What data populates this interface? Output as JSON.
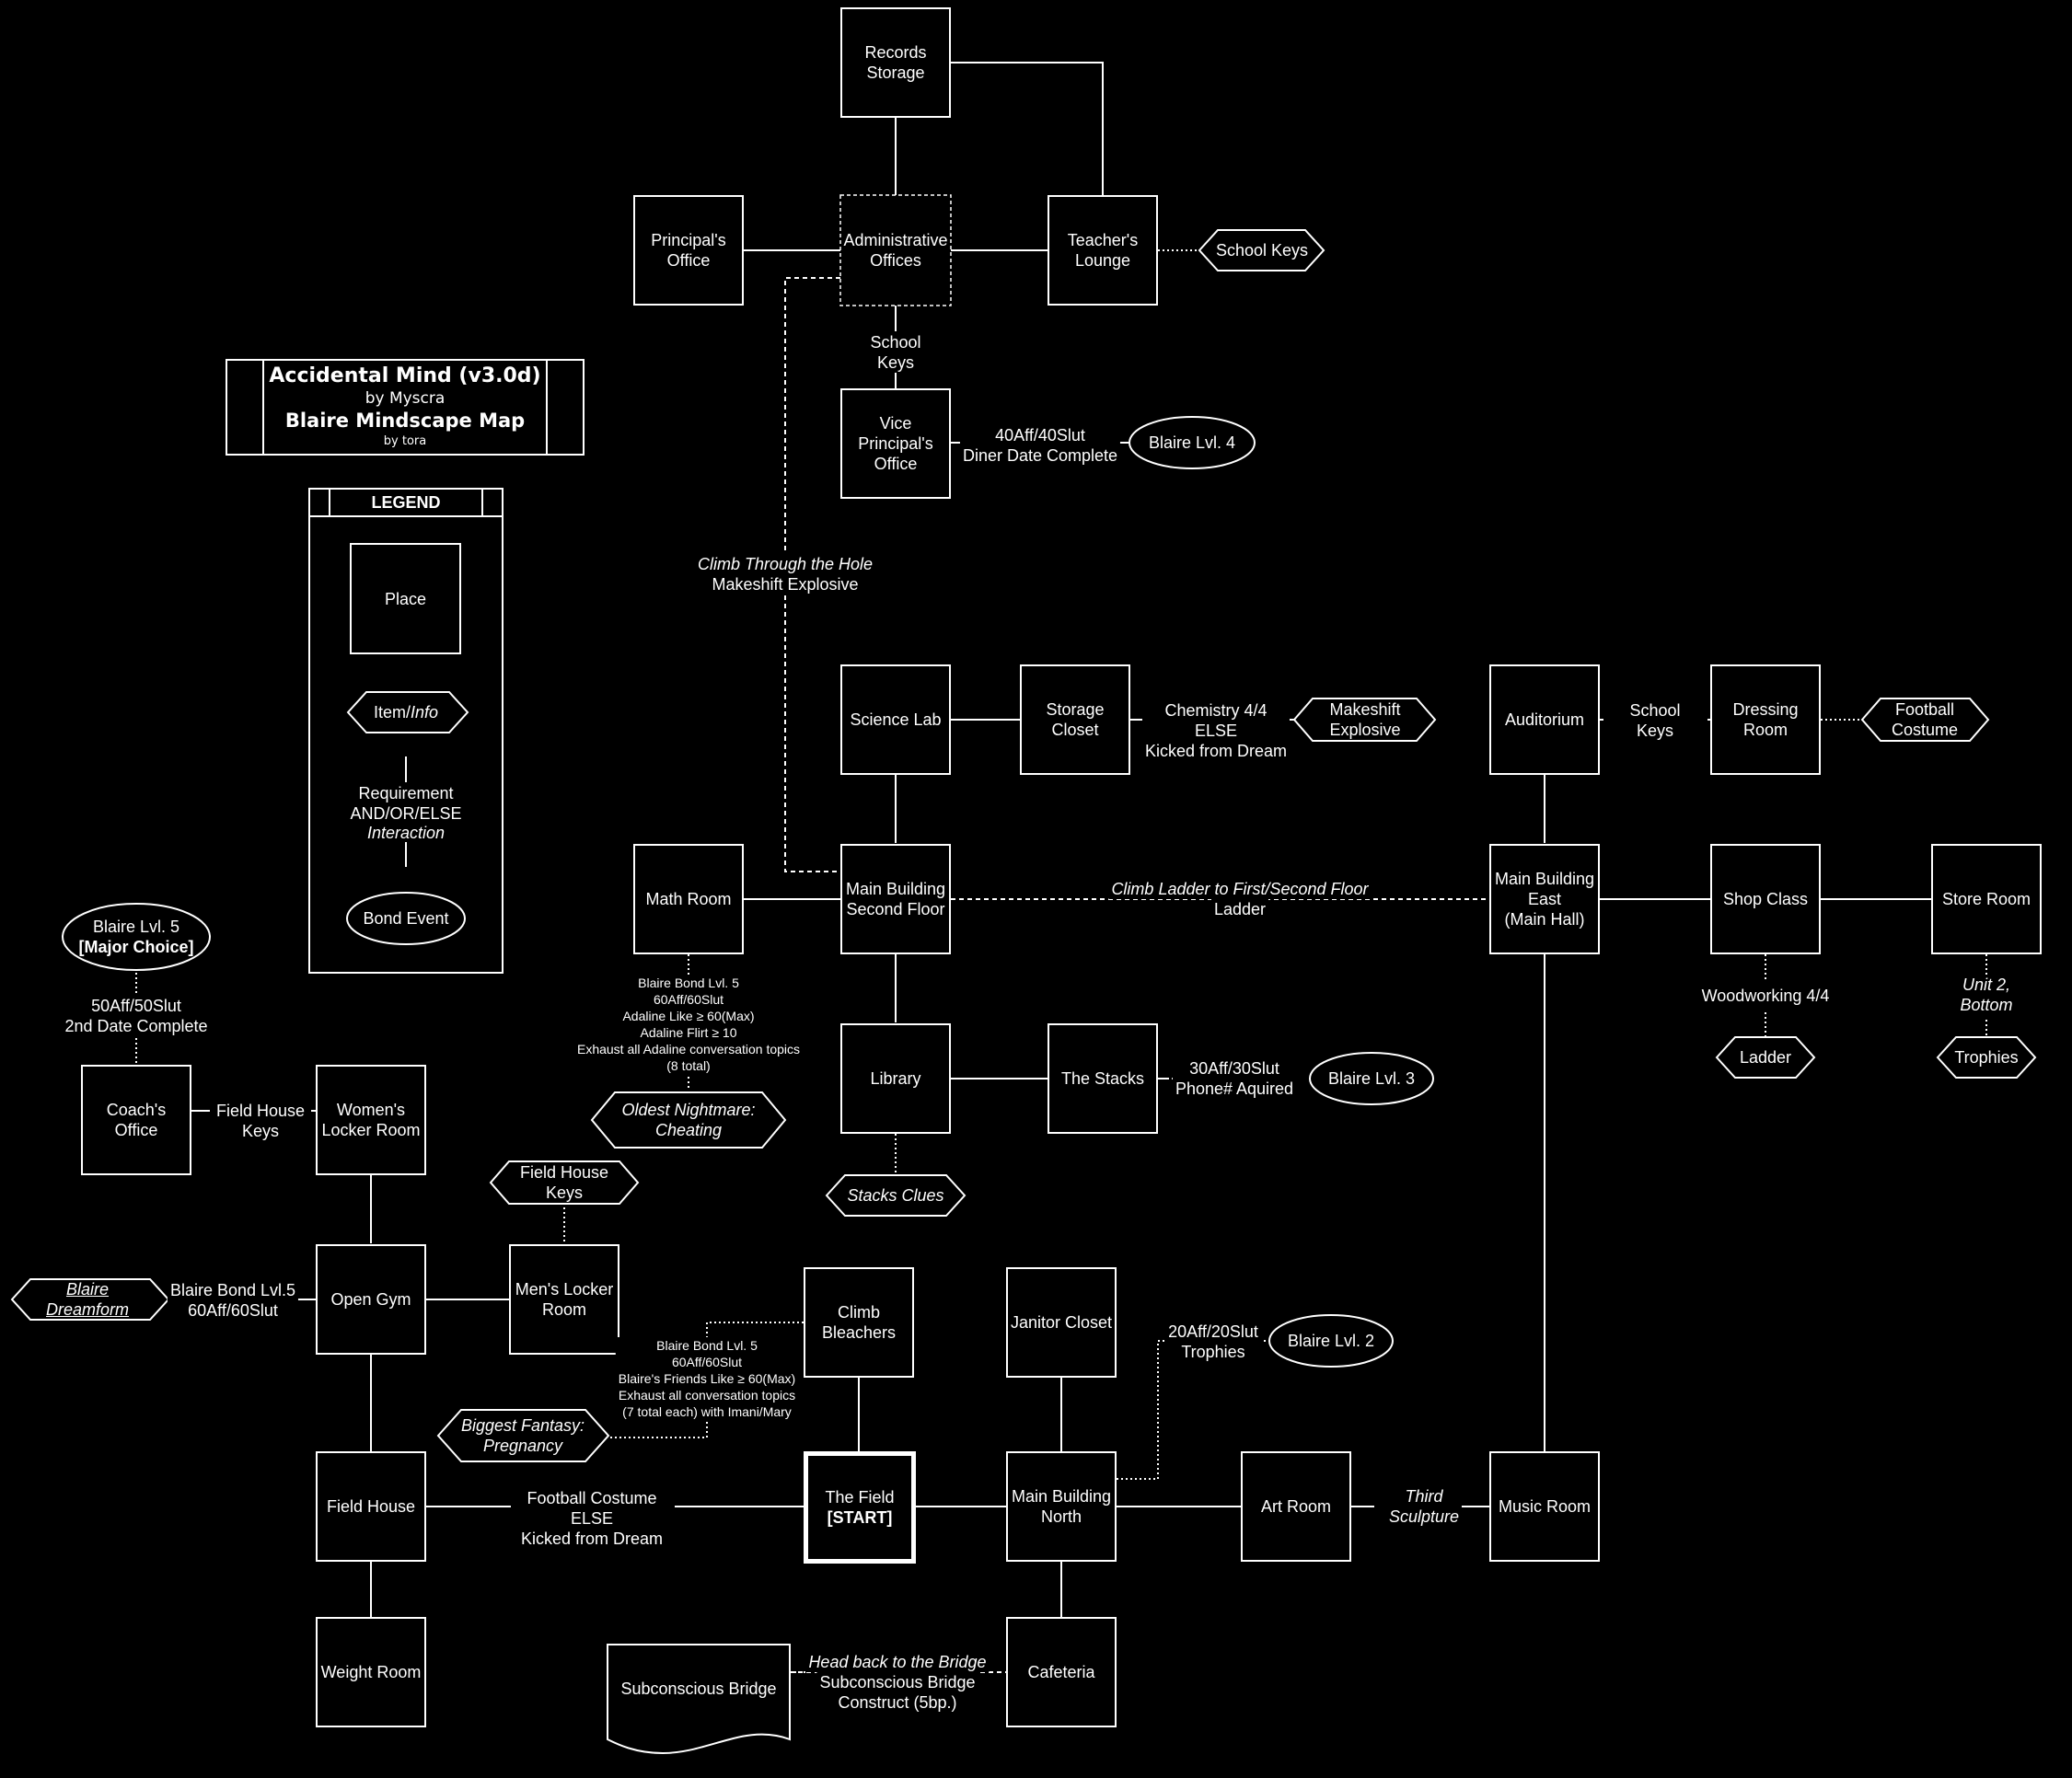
{
  "title": {
    "line1": "Accidental Mind (v3.0d)",
    "line2": "by Myscra",
    "line3": "Blaire Mindscape Map",
    "line4": "by tora"
  },
  "legend": {
    "heading": "LEGEND",
    "place": "Place",
    "item_a": "Item/",
    "item_b": "Info",
    "req": "Requirement\nAND/OR/ELSE",
    "interaction": "Interaction",
    "bond": "Bond Event"
  },
  "rooms": {
    "records_storage": "Records\nStorage",
    "principals_office": "Principal's\nOffice",
    "admin_offices": "Administrative\nOffices",
    "teachers_lounge": "Teacher's\nLounge",
    "vice_principal": "Vice\nPrincipal's\nOffice",
    "science_lab": "Science Lab",
    "storage_closet": "Storage\nCloset",
    "math_room": "Math Room",
    "main_second": "Main Building\nSecond Floor",
    "library": "Library",
    "the_stacks": "The Stacks",
    "auditorium": "Auditorium",
    "dressing_room": "Dressing\nRoom",
    "main_east": "Main Building\nEast\n(Main Hall)",
    "shop_class": "Shop Class",
    "store_room": "Store Room",
    "coaches_office": "Coach's\nOffice",
    "womens_locker": "Women's\nLocker Room",
    "open_gym": "Open Gym",
    "mens_locker": "Men's Locker\nRoom",
    "climb_bleachers": "Climb\nBleachers",
    "janitor_closet": "Janitor Closet",
    "field_house": "Field House",
    "the_field": "The Field",
    "the_field_start": "[START]",
    "main_north": "Main Building\nNorth",
    "art_room": "Art Room",
    "music_room": "Music Room",
    "weight_room": "Weight Room",
    "cafeteria": "Cafeteria",
    "subconscious_bridge": "Subconscious Bridge"
  },
  "items": {
    "school_keys_top": "School Keys",
    "makeshift_explosive": "Makeshift\nExplosive",
    "football_costume": "Football\nCostume",
    "ladder": "Ladder",
    "trophies": "Trophies",
    "oldest_nightmare": "Oldest Nightmare:\nCheating",
    "stacks_clues": "Stacks Clues",
    "field_house_keys": "Field House\nKeys",
    "blaire_dreamform": "Blaire\nDreamform",
    "biggest_fantasy": "Biggest Fantasy:\nPregnancy"
  },
  "bonds": {
    "lvl4": "Blaire Lvl. 4",
    "lvl5": "Blaire Lvl. 5",
    "lvl5_choice": "[Major Choice]",
    "lvl3": "Blaire Lvl. 3",
    "lvl2": "Blaire Lvl. 2"
  },
  "labels": {
    "school_keys_admin": "School\nKeys",
    "vp_req": "40Aff/40Slut\nDiner Date Complete",
    "climb_hole": "Climb Through the Hole",
    "makeshift_req": "Makeshift Explosive",
    "chemistry_req": "Chemistry 4/4\nELSE\nKicked from Dream",
    "school_keys_aud": "School\nKeys",
    "ladder_climb": "Climb Ladder to First/Second Floor",
    "ladder_req": "Ladder",
    "woodworking": "Woodworking 4/4",
    "unit2": "Unit 2,\nBottom",
    "math_req": "Blaire Bond Lvl. 5\n60Aff/60Slut\nAdaline Like ≥ 60(Max)\nAdaline Flirt ≥ 10\nExhaust all Adaline conversation topics\n(8 total)",
    "stacks_req": "30Aff/30Slut\nPhone# Aquired",
    "coach_req": "50Aff/50Slut\n2nd Date Complete",
    "field_house_keys_req": "Field House\nKeys",
    "gym_req": "Blaire Bond Lvl.5\n60Aff/60Slut",
    "bleachers_req": "Blaire Bond Lvl. 5\n60Aff/60Slut\nBlaire's Friends Like ≥ 60(Max)\nExhaust all conversation topics\n(7 total each) with Imani/Mary",
    "janitor_req": "20Aff/20Slut\nTrophies",
    "football_req": "Football Costume\nELSE\nKicked from Dream",
    "third_sculpture": "Third\nSculpture",
    "bridge_head": "Head back to the Bridge",
    "bridge_req": "Subconscious Bridge\nConstruct (5bp.)"
  }
}
